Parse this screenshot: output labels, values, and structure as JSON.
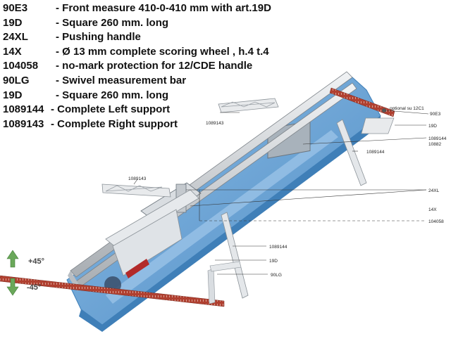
{
  "legend": [
    {
      "code": "90E3",
      "desc": "- Front measure 410-0-410 mm with art.19D"
    },
    {
      "code": "19D",
      "desc": "- Square 260 mm. long"
    },
    {
      "code": "24XL",
      "desc": "- Pushing handle"
    },
    {
      "code": "14X",
      "desc": "- Ø 13 mm complete scoring wheel , h.4 t.4"
    },
    {
      "code": "104058",
      "desc": "- no-mark protection for 12/CDE handle"
    },
    {
      "code": "90LG",
      "desc": "- Swivel measurement bar"
    },
    {
      "code": "19D",
      "desc": "- Square 260 mm. long"
    },
    {
      "code": "1089144",
      "desc": "- Complete Left support"
    },
    {
      "code": "1089143",
      "desc": "- Complete Right support"
    }
  ],
  "diagram_labels": {
    "optional": "optional su 12C1",
    "c90E3": "90E3",
    "c19D_top": "19D",
    "c1089144_right": "1089144",
    "c10882": "10882",
    "c1089144_mid": "1089144",
    "c1089143_top": "1089143",
    "c1089143_left": "1089143",
    "c24XL": "24XL",
    "c14X": "14X",
    "c104058": "104058",
    "c1089144_low": "1089144",
    "c19D_low": "19D",
    "c90LG": "90LG"
  },
  "angles": {
    "plus": "+45°",
    "minus": "-45°"
  },
  "colors": {
    "base": "#6aa3d6",
    "base_dark": "#3f7fb8",
    "rail": "#d0d4d8",
    "ruler": "#a33a2a",
    "arrow_green": "#5a9a4a"
  }
}
